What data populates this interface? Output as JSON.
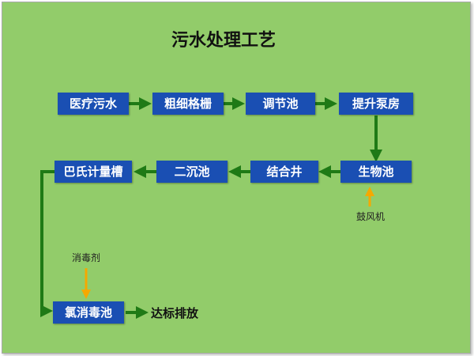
{
  "title": "污水处理工艺",
  "nodes": {
    "sewage": "医疗污水",
    "coarse_screen": "粗细格栅",
    "equalization_tank": "调节池",
    "lift_pump_room": "提升泵房",
    "bio_tank": "生物池",
    "junction_well": "结合井",
    "secondary_clarifier": "二沉池",
    "parshall_flume": "巴氏计量槽",
    "chlorine_tank": "氯消毒池"
  },
  "labels": {
    "blower": "鼓风机",
    "disinfectant": "消毒剂",
    "discharge": "达标排放"
  },
  "colors": {
    "background": "#92cc6a",
    "node_fill": "#1a4fb3",
    "flow_arrow": "#1f7a16",
    "input_arrow": "#f5a800"
  }
}
